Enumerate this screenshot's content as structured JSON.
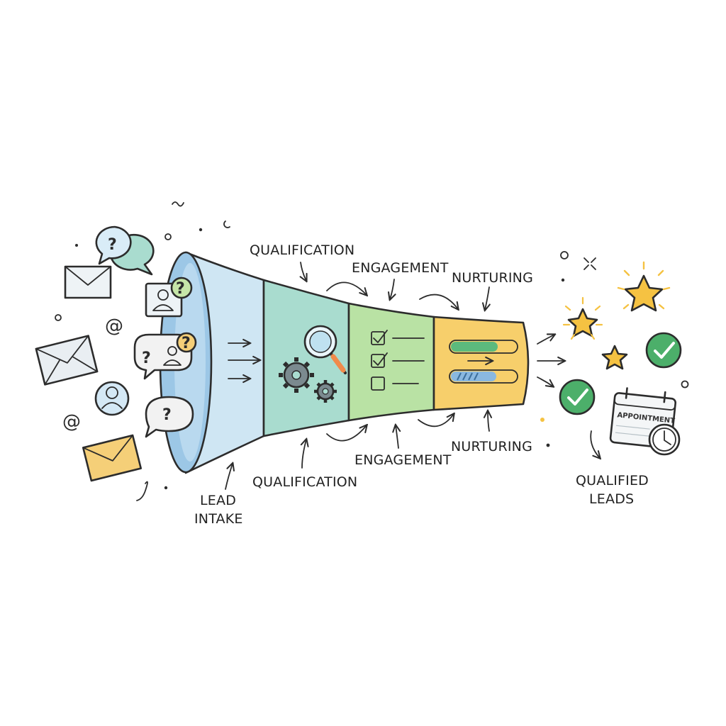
{
  "labels": {
    "lead_intake_1": "LEAD",
    "lead_intake_2": "INTAKE",
    "qualification_top": "QUALIFICATION",
    "qualification_bottom": "QUALIFICATION",
    "engagement_top": "ENGAGEMENT",
    "engagement_bottom": "ENGAGEMENT",
    "nurturing_top": "NURTURING",
    "nurturing_bottom": "NURTURING",
    "qualified_leads_1": "QUALIFIED",
    "qualified_leads_2": "LEADS",
    "appointment": "APPOINTMENT"
  },
  "symbols": {
    "question": "?",
    "at": "@"
  },
  "colors": {
    "intake_blue": "#cfe6f3",
    "qualification_teal": "#a9dccf",
    "engagement_green": "#b9e2a4",
    "nurturing_yellow": "#f7cf6b",
    "envelope_yellow": "#f5cf78",
    "check_green": "#4caf6a",
    "star_gold": "#f5c242",
    "outline": "#2c2c2c"
  },
  "icons": [
    "speech-bubble-icon",
    "envelope-icon",
    "at-icon",
    "user-profile-icon",
    "magnifier-icon",
    "gear-icon",
    "checklist-icon",
    "progress-bar-icon",
    "star-icon",
    "check-circle-icon",
    "calendar-icon",
    "clock-icon",
    "arrow-icon"
  ]
}
